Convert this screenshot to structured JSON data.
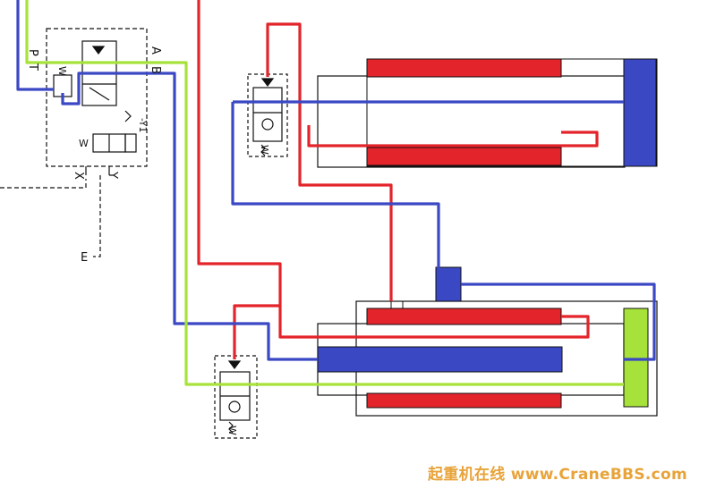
{
  "diagram": {
    "ports": {
      "p": "P",
      "t": "T",
      "a": "A",
      "b": "B",
      "x": "X",
      "y": "Y",
      "e": "E"
    },
    "solenoid_label": "-Y1",
    "spring_marks": [
      "W",
      "W",
      "W",
      "W"
    ],
    "colors": {
      "pressure": "#e3242b",
      "return": "#3b48c4",
      "pilot": "#a6e23a",
      "outline": "#111111",
      "watermark": "#e8a33a"
    }
  },
  "watermark": "起重机在线 www.CraneBBS.com"
}
